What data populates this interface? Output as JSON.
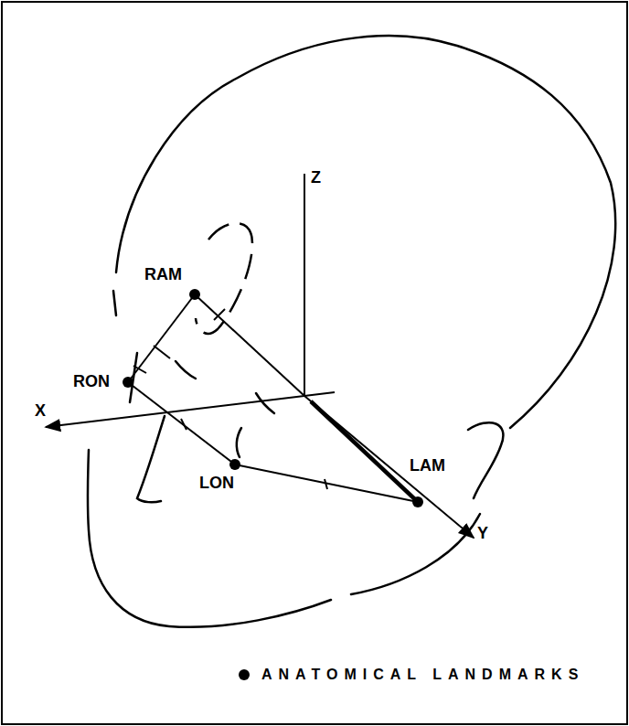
{
  "diagram": {
    "labels": [
      "Z",
      "RAM",
      "RON",
      "X",
      "LON",
      "LAM",
      "Y"
    ],
    "legend": [
      {
        "text": "ANATOMICAL LANDMARKS"
      }
    ]
  }
}
